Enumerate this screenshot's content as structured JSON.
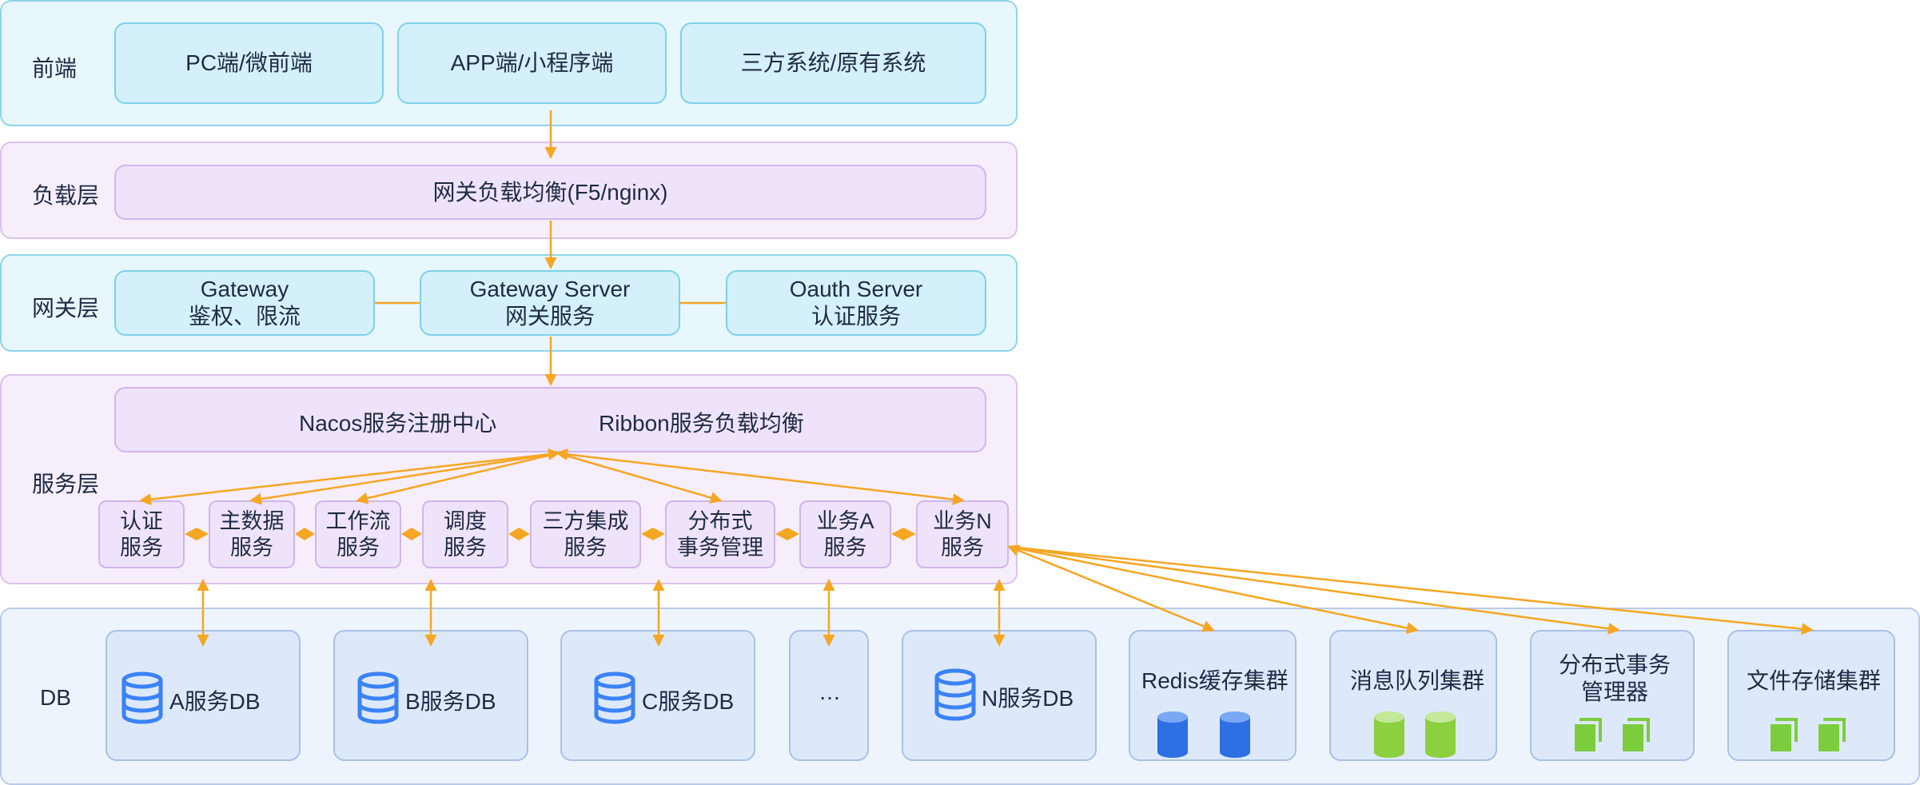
{
  "colors": {
    "arrow": "#f5a623",
    "db_icon": "#3b82f6",
    "redis_icon": "#2f6fe4",
    "mq_icon": "#8ccf3f",
    "green_doc": "#7ccd3d"
  },
  "frontend": {
    "label": "前端",
    "boxes": [
      "PC端/微前端",
      "APP端/小程序端",
      "三方系统/原有系统"
    ]
  },
  "load": {
    "label": "负载层",
    "box": "网关负载均衡(F5/nginx)"
  },
  "gateway": {
    "label": "网关层",
    "boxes": [
      {
        "line1": "Gateway",
        "line2": "鉴权、限流"
      },
      {
        "line1": "Gateway Server",
        "line2": "网关服务"
      },
      {
        "line1": "Oauth Server",
        "line2": "认证服务"
      }
    ]
  },
  "service": {
    "label": "服务层",
    "registry": "Nacos服务注册中心",
    "balancer": "Ribbon服务负载均衡",
    "services": [
      {
        "line1": "认证",
        "line2": "服务"
      },
      {
        "line1": "主数据",
        "line2": "服务"
      },
      {
        "line1": "工作流",
        "line2": "服务"
      },
      {
        "line1": "调度",
        "line2": "服务"
      },
      {
        "line1": "三方集成",
        "line2": "服务"
      },
      {
        "line1": "分布式",
        "line2": "事务管理"
      },
      {
        "line1": "业务A",
        "line2": "服务"
      },
      {
        "line1": "业务N",
        "line2": "服务"
      }
    ]
  },
  "db": {
    "label": "DB",
    "dbs": [
      "A服务DB",
      "B服务DB",
      "C服务DB",
      "…",
      "N服务DB"
    ],
    "clusters": [
      {
        "line1": "Redis缓存集群",
        "line2": "",
        "icon": "blue-cylinder-icon"
      },
      {
        "line1": "消息队列集群",
        "line2": "",
        "icon": "green-cylinder-icon"
      },
      {
        "line1": "分布式事务",
        "line2": "管理器",
        "icon": "green-document-icon"
      },
      {
        "line1": "文件存储集群",
        "line2": "",
        "icon": "green-document-icon"
      }
    ]
  }
}
